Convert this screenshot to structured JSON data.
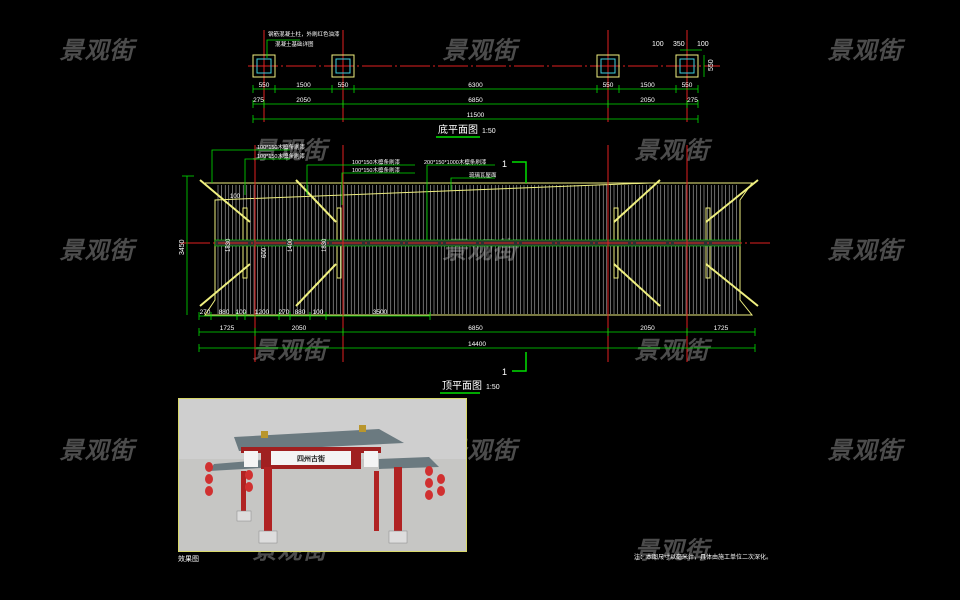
{
  "watermark": "景观街",
  "base_plan": {
    "title": "底平面图",
    "scale": "1:50",
    "notes": [
      "钢筋混凝土柱，外刷红色油漆",
      "混凝土基础详图"
    ],
    "dims_row1": [
      "550",
      "1500",
      "550",
      "6300",
      "550",
      "1500",
      "550"
    ],
    "dims_row2": [
      "275",
      "2050",
      "6850",
      "2050",
      "275"
    ],
    "dims_total": "11500",
    "dims_top_right": [
      "100",
      "350",
      "100"
    ],
    "dim_side": "550"
  },
  "roof_plan": {
    "title": "顶平面图",
    "scale": "1:50",
    "notes": [
      "100*150木檩条刷漆",
      "100*150木檩条刷漆",
      "100*150木檩条刷漆",
      "100*150木檩条刷漆",
      "200*150*1000木檩条刷漆",
      "琉璃瓦屋面"
    ],
    "section_mark": "1",
    "dim_side": "3450",
    "dim_small": "100",
    "inner_dims": [
      "1830",
      "1400",
      "600",
      "1830"
    ],
    "dims_row1": [
      "270",
      "880",
      "100",
      "1200",
      "270",
      "880",
      "100",
      "3500"
    ],
    "dims_row2": [
      "1725",
      "2050",
      "6850",
      "2050",
      "1725"
    ],
    "dims_total": "14400"
  },
  "rendering": {
    "caption": "效果图",
    "sign_text": "四州古街"
  },
  "note": "注：本图尺寸以毫米计，具体由施工单位二次深化。",
  "colors": {
    "dim": "#00e000",
    "axis": "#e02020",
    "outline": "#f0f080",
    "column": "#40d0e0",
    "hatch": "#d8d8d8"
  }
}
